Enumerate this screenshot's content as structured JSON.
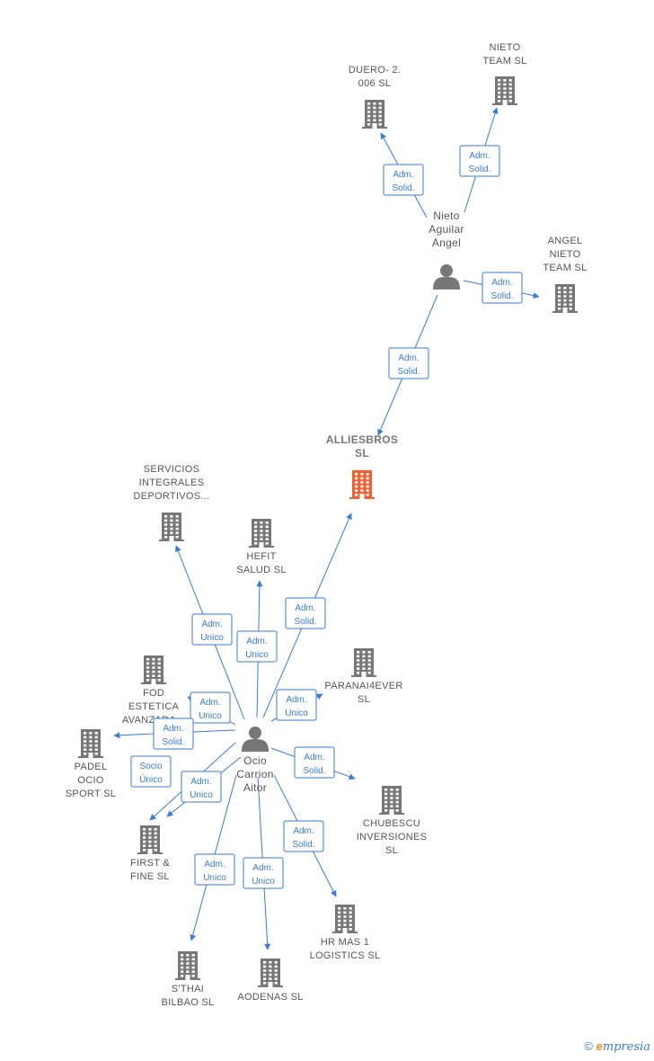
{
  "colors": {
    "edge": "#3a7bd5",
    "node": "#777777",
    "highlight": "#f06030"
  },
  "nodes": [
    {
      "id": "duero",
      "type": "company",
      "label": [
        "DUERO- 2.",
        "006  SL"
      ]
    },
    {
      "id": "nietoteam",
      "type": "company",
      "label": [
        "NIETO",
        "TEAM  SL"
      ]
    },
    {
      "id": "nietoaguilar",
      "type": "person",
      "label": [
        "Nieto",
        "Aguilar",
        "Angel"
      ]
    },
    {
      "id": "angelnieto",
      "type": "company",
      "label": [
        "ANGEL",
        "NIETO",
        "TEAM  SL"
      ]
    },
    {
      "id": "alliesbros",
      "type": "company",
      "main": true,
      "label": [
        "ALLIESBROS",
        "SL"
      ]
    },
    {
      "id": "servicios",
      "type": "company",
      "label": [
        "SERVICIOS",
        "INTEGRALES",
        "DEPORTIVOS..."
      ]
    },
    {
      "id": "hefit",
      "type": "company",
      "label": [
        "HEFIT",
        "SALUD  SL"
      ]
    },
    {
      "id": "paranai",
      "type": "company",
      "label": [
        "PARANAI4EVER",
        "SL"
      ]
    },
    {
      "id": "fod",
      "type": "company",
      "label": [
        "FOD",
        "ESTETICA",
        "AVANZADA..."
      ]
    },
    {
      "id": "padel",
      "type": "company",
      "label": [
        "PADEL",
        "OCIO",
        "SPORT SL"
      ]
    },
    {
      "id": "ocio",
      "type": "person",
      "label": [
        "Ocio",
        "Carrion",
        "Aitor"
      ]
    },
    {
      "id": "chubescu",
      "type": "company",
      "label": [
        "CHUBESCU",
        "INVERSIONES",
        "SL"
      ]
    },
    {
      "id": "firstfine",
      "type": "company",
      "label": [
        "FIRST &",
        "FINE SL"
      ]
    },
    {
      "id": "hrmas",
      "type": "company",
      "label": [
        "HR MAS 1",
        "LOGISTICS  SL"
      ]
    },
    {
      "id": "sthai",
      "type": "company",
      "label": [
        "S'THAI",
        "BILBAO  SL"
      ]
    },
    {
      "id": "aodenas",
      "type": "company",
      "label": [
        "AODENAS  SL"
      ]
    }
  ],
  "edges": [
    {
      "from": "nietoaguilar",
      "to": "duero",
      "label": [
        "Adm.",
        "Solid."
      ]
    },
    {
      "from": "nietoaguilar",
      "to": "nietoteam",
      "label": [
        "Adm.",
        "Solid."
      ]
    },
    {
      "from": "nietoaguilar",
      "to": "angelnieto",
      "label": [
        "Adm.",
        "Solid."
      ]
    },
    {
      "from": "nietoaguilar",
      "to": "alliesbros",
      "label": [
        "Adm.",
        "Solid."
      ]
    },
    {
      "from": "ocio",
      "to": "servicios",
      "label": [
        "Adm.",
        "Unico"
      ]
    },
    {
      "from": "ocio",
      "to": "hefit",
      "label": [
        "Adm.",
        "Unico"
      ]
    },
    {
      "from": "ocio",
      "to": "alliesbros",
      "label": [
        "Adm.",
        "Solid."
      ]
    },
    {
      "from": "ocio",
      "to": "paranai",
      "label": [
        "Adm.",
        "Unico"
      ]
    },
    {
      "from": "ocio",
      "to": "fod",
      "label": [
        "Adm.",
        "Unico"
      ]
    },
    {
      "from": "ocio",
      "to": "padel",
      "label": [
        "Adm.",
        "Solid."
      ]
    },
    {
      "from": "ocio",
      "to": "padel",
      "label": [
        "Socio",
        "Único"
      ]
    },
    {
      "from": "ocio",
      "to": "firstfine",
      "label": [
        "Adm.",
        "Unico"
      ]
    },
    {
      "from": "ocio",
      "to": "chubescu",
      "label": [
        "Adm.",
        "Solid."
      ]
    },
    {
      "from": "ocio",
      "to": "hrmas",
      "label": [
        "Adm.",
        "Solid."
      ]
    },
    {
      "from": "ocio",
      "to": "sthai",
      "label": [
        "Adm.",
        "Unico"
      ]
    },
    {
      "from": "ocio",
      "to": "aodenas",
      "label": [
        "Adm.",
        "Unico"
      ]
    }
  ],
  "footer": {
    "copyright": "©",
    "brand_initial": "e",
    "brand_rest": "mpresia"
  }
}
